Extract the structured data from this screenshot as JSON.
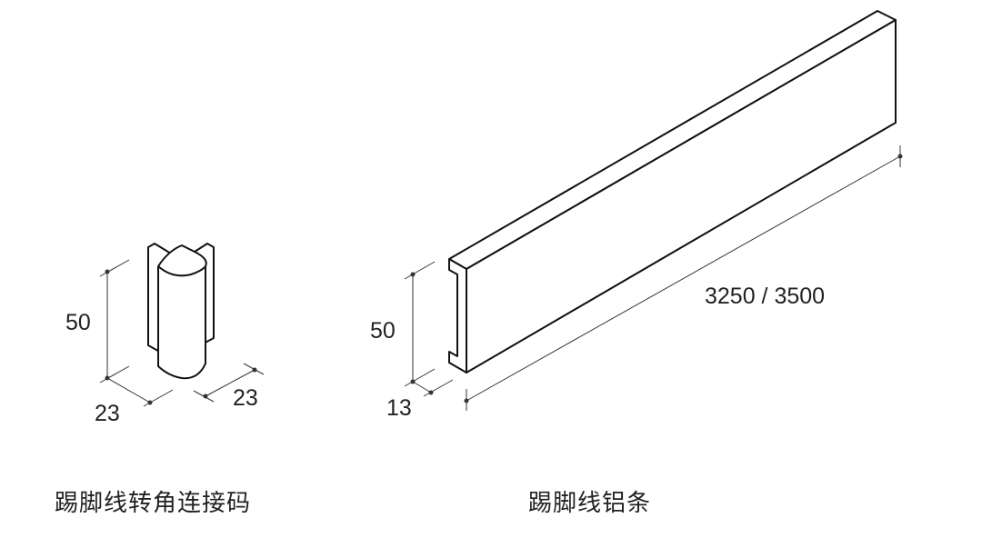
{
  "corner_piece": {
    "caption": "踢脚线转角连接码",
    "dim_height": "50",
    "dim_left": "23",
    "dim_right": "23"
  },
  "strip": {
    "caption": "踢脚线铝条",
    "dim_height": "50",
    "dim_depth": "13",
    "dim_length": "3250 / 3500"
  }
}
